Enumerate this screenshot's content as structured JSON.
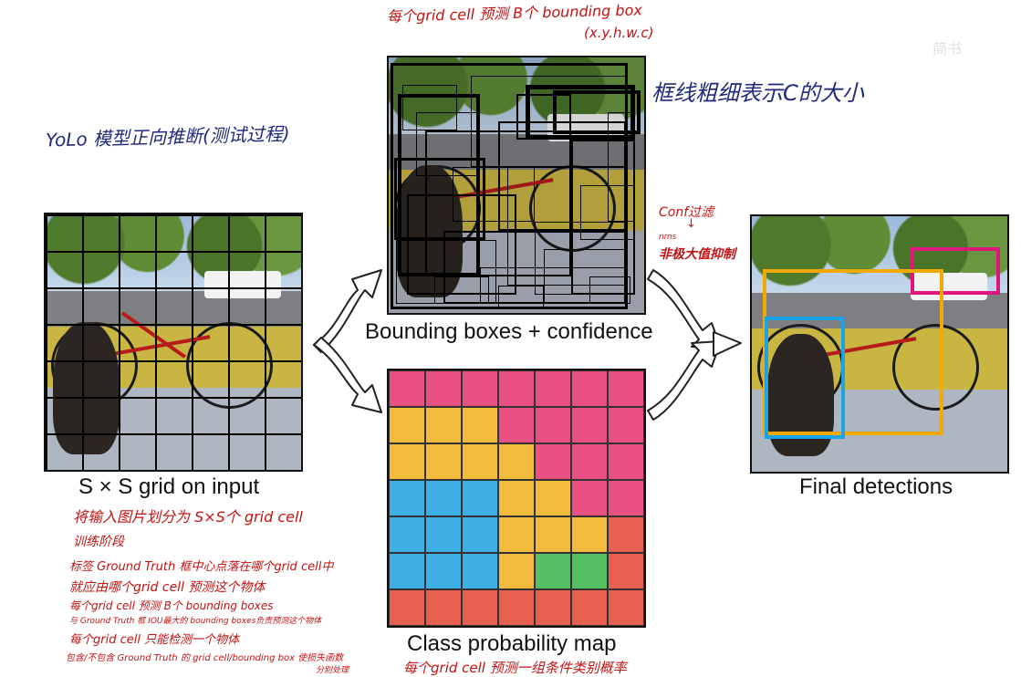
{
  "captions": {
    "grid_input": "S × S grid on input",
    "bbox_conf": "Bounding boxes + confidence",
    "class_prob": "Class probability map",
    "final": "Final detections"
  },
  "notes": {
    "top_line1": "每个grid cell 预测 B个 bounding box",
    "top_line2": "(x.y.h.w.c)",
    "thickness": "框线粗细表示C的大小",
    "yolo_title": "YoLo 模型正向推断(测试过程)",
    "conf_filter": "Conf过滤",
    "arrow_down": "↓",
    "nms_label": "nms",
    "nms_cn": "非极大值抑制",
    "split_grid": "将输入图片划分为 S×S个 grid cell",
    "training": "训练阶段",
    "gt_center": "标签 Ground Truth 框中心点落在哪个grid cell中",
    "responsible": "就应由哪个grid cell 预测这个物体",
    "b_boxes": "每个grid cell 预测 B个 bounding boxes",
    "iou": "与 Ground Truth 框 IOU最大的 bounding boxes负责预测这个物体",
    "one_object": "每个grid cell 只能检测一个物体",
    "loss_a": "包含/不包含 Ground Truth 的 grid cell/bounding box 使损失函数",
    "loss_b": "分别处理",
    "class_prob_note": "每个grid cell 预测一组条件类别概率"
  },
  "watermark": "简书",
  "colors": {
    "red_note": "#c41212",
    "blue_note": "#1f2a7a",
    "magenta": "#e5336e",
    "yellow": "#f2b01e",
    "blue": "#1fa3e0",
    "green": "#3cb54a",
    "red": "#e34534",
    "pink_box": "#e0147a",
    "orange_box": "#f5a800",
    "cyan_box": "#1aa3e8"
  },
  "class_prob_map": [
    [
      "magenta",
      "magenta",
      "magenta",
      "magenta",
      "magenta",
      "magenta",
      "magenta"
    ],
    [
      "yellow",
      "yellow",
      "yellow",
      "magenta",
      "magenta",
      "magenta",
      "magenta"
    ],
    [
      "yellow",
      "yellow",
      "yellow",
      "yellow",
      "magenta",
      "magenta",
      "magenta"
    ],
    [
      "blue",
      "blue",
      "blue",
      "yellow",
      "yellow",
      "magenta",
      "magenta"
    ],
    [
      "blue",
      "blue",
      "blue",
      "yellow",
      "yellow",
      "yellow",
      "red"
    ],
    [
      "blue",
      "blue",
      "blue",
      "yellow",
      "green",
      "green",
      "red"
    ],
    [
      "red",
      "red",
      "red",
      "red",
      "red",
      "red",
      "red"
    ]
  ]
}
